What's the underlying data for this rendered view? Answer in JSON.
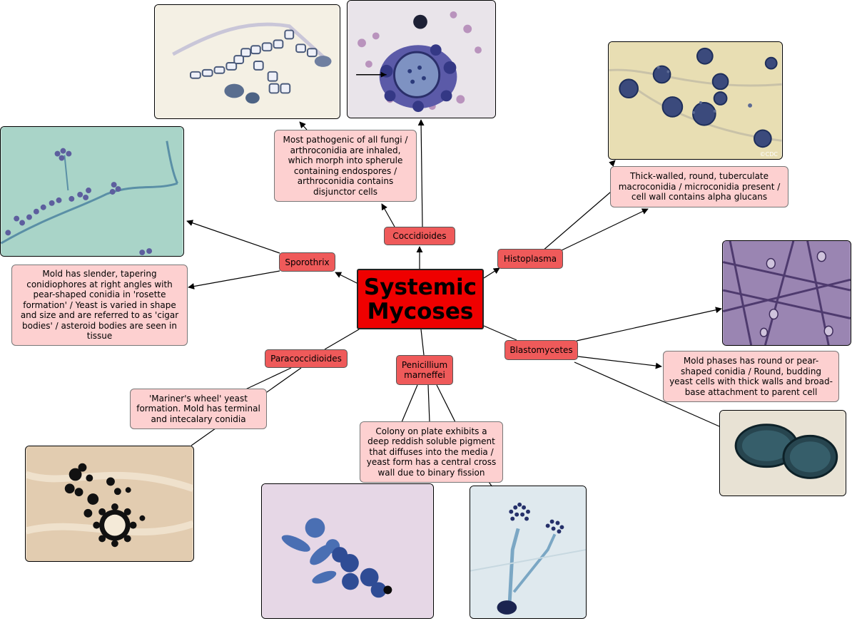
{
  "central_title": "Systemic Mycoses",
  "topics": {
    "coccidioides": "Coccidioides",
    "sporothrix": "Sporothrix",
    "histoplasma": "Histoplasma",
    "blastomycetes": "Blastomycetes",
    "paracoccidioides": "Paracoccidioides",
    "penicillium": "Penicillium marneffei"
  },
  "notes": {
    "coccidioides": "Most pathogenic of all fungi / arthroconidia are inhaled, which morph into spherule containing endospores / arthroconidia contains disjunctor cells",
    "sporothrix": "Mold has slender, tapering conidiophores at right angles with pear-shaped conidia in 'rosette formation' / Yeast is varied in shape and size and are referred to as 'cigar bodies' / asteroid bodies are seen in tissue",
    "histoplasma": "Thick-walled, round, tuberculate macroconidia / microconidia present / cell wall contains alpha glucans",
    "blastomycetes": "Mold phases has round or pear-shaped conidia / Round, budding yeast cells with thick walls and broad-base attachment to parent cell",
    "paracoccidioides": "'Mariner's wheel' yeast formation. Mold has terminal and intecalary conidia",
    "penicillium": "Colony on plate exhibits a deep reddish soluble pigment that diffuses into the media / yeast form has a central cross wall due to binary fission"
  },
  "image_credit": "©CDC",
  "colors": {
    "central": "#ef0000",
    "topic": "#ef5a5a",
    "note": "#fdd0d0",
    "connector": "#000000"
  }
}
